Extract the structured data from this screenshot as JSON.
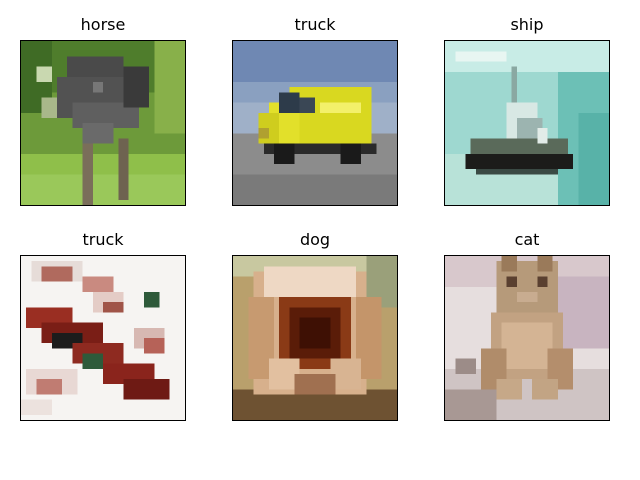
{
  "images": [
    {
      "label": "horse"
    },
    {
      "label": "truck"
    },
    {
      "label": "ship"
    },
    {
      "label": "truck"
    },
    {
      "label": "dog"
    },
    {
      "label": "cat"
    }
  ]
}
